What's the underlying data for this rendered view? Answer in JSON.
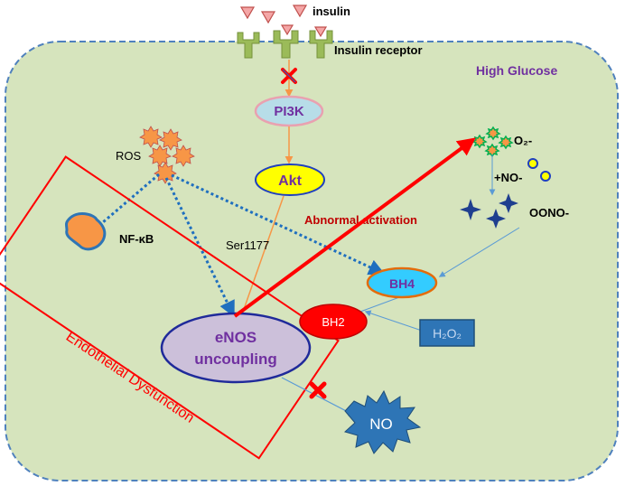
{
  "labels": {
    "insulin": "insulin",
    "insulin_receptor": "Insulin receptor",
    "high_glucose": "High Glucose",
    "pi3k": "PI3K",
    "akt": "Akt",
    "ros": "ROS",
    "nfkb": "NF-κB",
    "ser1177": "Ser1177",
    "abnormal_activation": "Abnormal activation",
    "enos_line1": "eNOS",
    "enos_line2": "uncoupling",
    "bh4": "BH4",
    "bh2": "BH2",
    "h2o2": "H₂O₂",
    "o2": "O₂-",
    "no_radical": "+NO-",
    "oono": "OONO-",
    "no": "NO",
    "endothelial_dysfunction": "Endothelial Dysfunction"
  },
  "colors": {
    "cell_fill": "#d6e4bd",
    "cell_border": "#4f81bd",
    "pi3k_fill": "#b7dde8",
    "pi3k_border": "#e9a1b0",
    "akt_fill": "#ffff00",
    "akt_border": "#1f3fbf",
    "enos_fill": "#ccc0da",
    "enos_border": "#1f2a9a",
    "bh4_fill": "#33ccff",
    "bh4_border": "#e46c0a",
    "bh2_fill": "#ff0000",
    "h2o2_fill": "#2e75b6",
    "no_fill": "#2e75b6",
    "ros_fill": "#f79646",
    "receptor": "#9bbb59",
    "insulin_triangle": "#f4a6a6",
    "red": "#ff0000",
    "dark_red": "#c00000",
    "purple_text": "#7030a0",
    "dotted_blue": "#1f6fbf",
    "orange_line": "#f79646",
    "thin_blue": "#5b9bd5"
  },
  "icons": [
    "insulin-triangle-icon",
    "receptor-icon",
    "ros-star-icon",
    "nfkb-blob-icon",
    "cross-mark-icon",
    "sparkle-star-icon",
    "no-burst-icon",
    "o2-star-icon",
    "no-circle-icon"
  ]
}
